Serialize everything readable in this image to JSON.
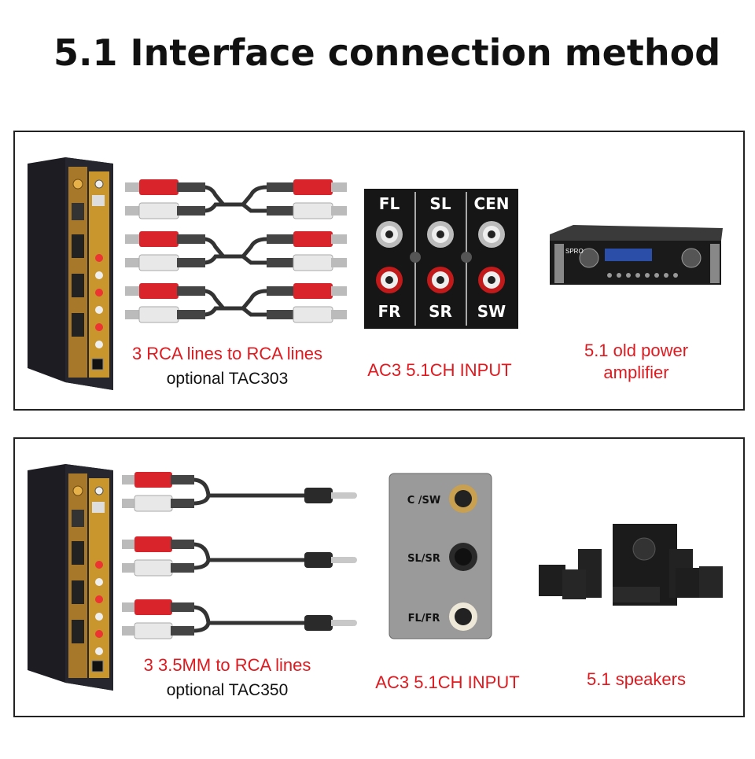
{
  "page_title": "5.1 Interface connection method",
  "panels": [
    {
      "cable_caption": "3 RCA lines to RCA lines",
      "cable_option": "optional TAC303",
      "input_caption": "AC3 5.1CH INPUT",
      "device_caption_line1": "5.1 old power",
      "device_caption_line2": "amplifier",
      "jack_labels": {
        "fl": "FL",
        "sl": "SL",
        "cen": "CEN",
        "fr": "FR",
        "sr": "SR",
        "sw": "SW"
      },
      "amp_brand": "SPRO"
    },
    {
      "cable_caption": "3 3.5MM to RCA lines",
      "cable_option": "optional TAC350",
      "input_caption": "AC3 5.1CH INPUT",
      "device_caption": "5.1 speakers",
      "jack_labels": {
        "csw": "C /SW",
        "slsr": "SL/SR",
        "flfr": "FL/FR"
      }
    }
  ],
  "colors": {
    "caption_red": "#e0191f",
    "rca_red": "#d8242a",
    "device_gold": "#c8962c",
    "device_body": "#1c1c22"
  }
}
